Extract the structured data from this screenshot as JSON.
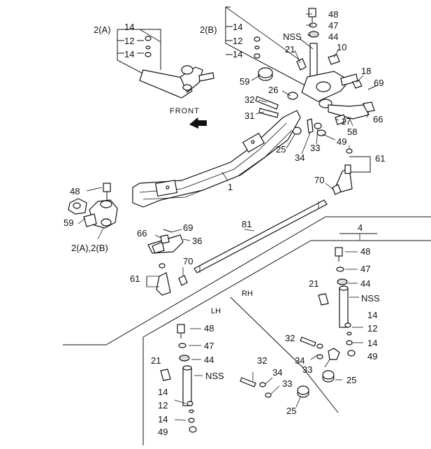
{
  "labels": {
    "l_2a_top": "2(A)",
    "l_2b_top": "2(B)",
    "l_14_a1": "14",
    "l_12_a": "12",
    "l_14_a2": "14",
    "l_14_b1": "14",
    "l_12_b": "12",
    "l_14_b2": "14",
    "l_48_top": "48",
    "l_47_top": "47",
    "l_44_top": "44",
    "l_nss_top": "NSS",
    "l_21_top": "21",
    "l_10": "10",
    "l_18": "18",
    "l_69_top": "69",
    "l_59_top": "59",
    "l_26": "26",
    "l_32_top": "32",
    "l_31": "31",
    "l_17": "17",
    "l_66_top": "66",
    "l_58": "58",
    "l_25_top": "25",
    "l_34_top": "34",
    "l_33_top": "33",
    "l_49_top": "49",
    "l_61_top": "61",
    "l_70_top": "70",
    "l_front": "FRONT",
    "l_1": "1",
    "l_48_left": "48",
    "l_59_left": "59",
    "l_2ab": "2(A),2(B)",
    "l_66_left": "66",
    "l_69_left": "69",
    "l_36": "36",
    "l_61_left": "61",
    "l_70_left": "70",
    "l_81": "81",
    "l_4": "4",
    "l_rh": "RH",
    "l_lh": "LH",
    "l_48_rh": "48",
    "l_47_rh": "47",
    "l_44_rh": "44",
    "l_21_rh": "21",
    "l_nss_rh": "NSS",
    "l_14_rh1": "14",
    "l_12_rh": "12",
    "l_14_rh2": "14",
    "l_49_rh": "49",
    "l_32_rh": "32",
    "l_34_rh": "34",
    "l_33_rh": "33",
    "l_25_rh": "25",
    "l_48_lh": "48",
    "l_47_lh": "47",
    "l_44_lh": "44",
    "l_21_lh": "21",
    "l_nss_lh": "NSS",
    "l_14_lh1": "14",
    "l_12_lh": "12",
    "l_14_lh2": "14",
    "l_49_lh": "49",
    "l_32_lh": "32",
    "l_34_lh": "34",
    "l_33_lh": "33",
    "l_25_lh": "25"
  }
}
